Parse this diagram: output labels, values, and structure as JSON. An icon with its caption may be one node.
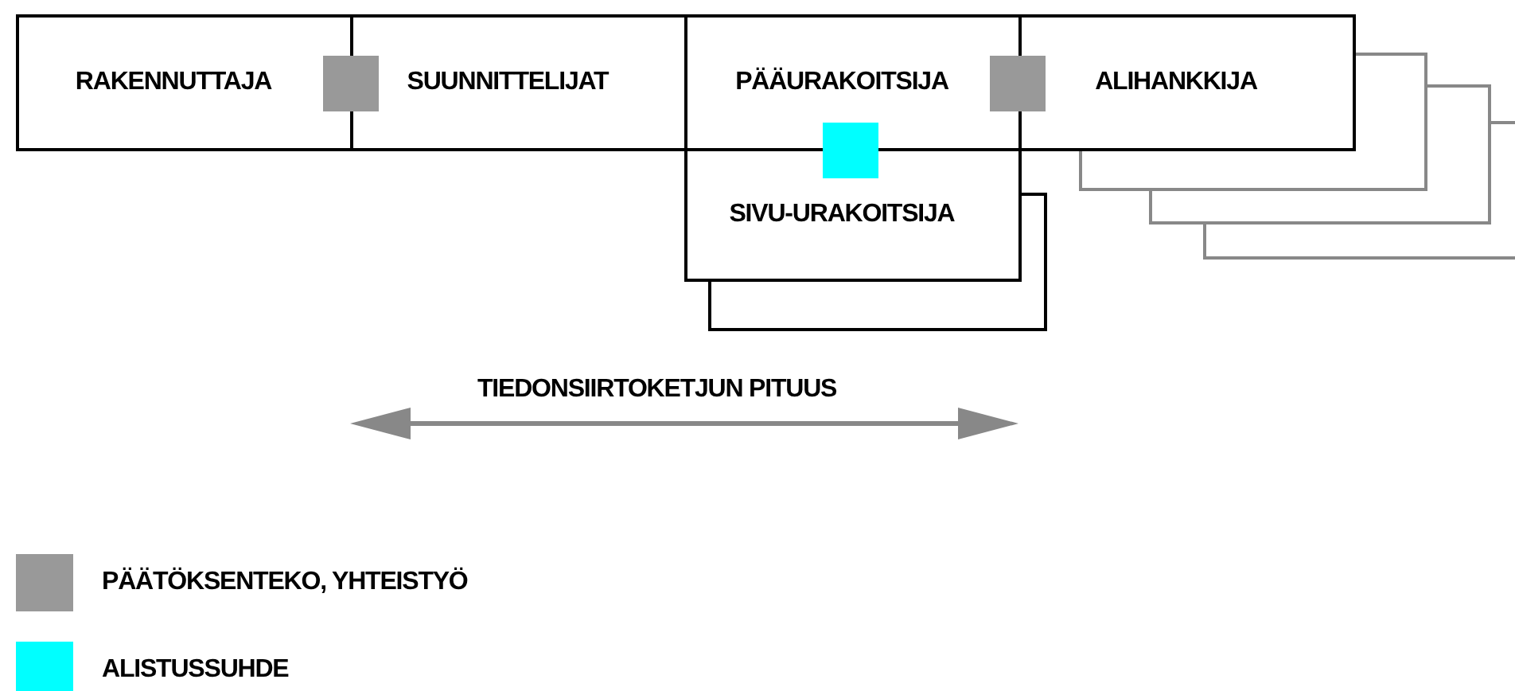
{
  "diagram": {
    "nodes": [
      {
        "text": [
          "RAKENNUTTAJA"
        ]
      },
      {
        "text": [
          "SUUNNITTELIJAT"
        ]
      },
      {
        "text": [
          "PÄÄURAKOITSIJA"
        ]
      },
      {
        "text": [
          "ALIHANKKIJA"
        ]
      },
      {
        "text": [
          "SIVU-URAKOITSIJA"
        ]
      },
      {
        "text": [],
        "shape": "box"
      },
      {
        "text": [],
        "shape": "box"
      },
      {
        "text": [],
        "shape": "box"
      },
      {
        "text": [],
        "shape": "box"
      }
    ],
    "edges": [],
    "labels": [
      "TIEDONSIIRTOKETJUN PITUUS"
    ],
    "legend": [
      {
        "text": "PÄÄTÖKSENTEKO, YHTEISTYÖ",
        "color": "#999999"
      },
      {
        "text": "ALISTUSSUHDE",
        "color": "#00ffff"
      }
    ]
  }
}
